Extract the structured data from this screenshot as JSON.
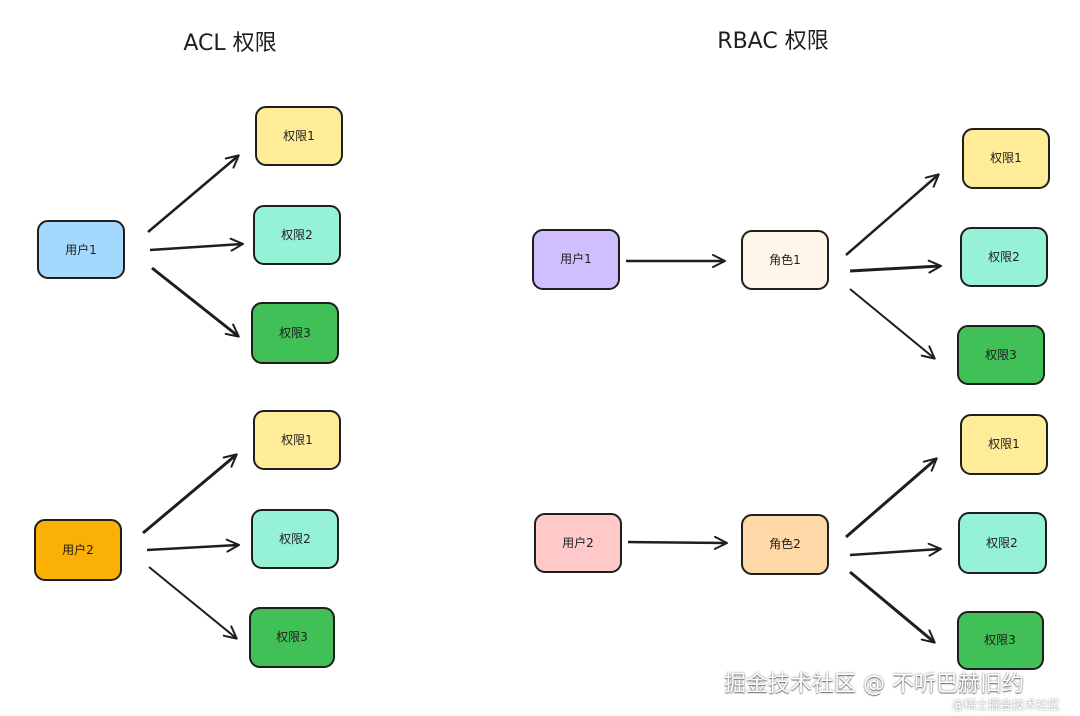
{
  "acl": {
    "title": "ACL 权限",
    "users": [
      {
        "label": "用户1",
        "color": "#a5d8ff",
        "permissions": [
          {
            "label": "权限1",
            "color": "#ffec99"
          },
          {
            "label": "权限2",
            "color": "#96f2d7"
          },
          {
            "label": "权限3",
            "color": "#40c057"
          }
        ]
      },
      {
        "label": "用户2",
        "color": "#fab005",
        "permissions": [
          {
            "label": "权限1",
            "color": "#ffec99"
          },
          {
            "label": "权限2",
            "color": "#96f2d7"
          },
          {
            "label": "权限3",
            "color": "#40c057"
          }
        ]
      }
    ]
  },
  "rbac": {
    "title": "RBAC 权限",
    "users": [
      {
        "label": "用户1",
        "color": "#d0bfff",
        "role": {
          "label": "角色1",
          "color": "#fff5e8"
        },
        "permissions": [
          {
            "label": "权限1",
            "color": "#ffec99"
          },
          {
            "label": "权限2",
            "color": "#96f2d7"
          },
          {
            "label": "权限3",
            "color": "#40c057"
          }
        ]
      },
      {
        "label": "用户2",
        "color": "#ffc9c9",
        "role": {
          "label": "角色2",
          "color": "#ffd8a8"
        },
        "permissions": [
          {
            "label": "权限1",
            "color": "#ffec99"
          },
          {
            "label": "权限2",
            "color": "#96f2d7"
          },
          {
            "label": "权限3",
            "color": "#40c057"
          }
        ]
      }
    ]
  },
  "watermark": {
    "main": "掘金技术社区 @ 不听巴赫旧约",
    "sub": "@稀土掘金技术社区"
  },
  "colors": {
    "stroke": "#1e1e1e",
    "background": "#ffffff"
  }
}
